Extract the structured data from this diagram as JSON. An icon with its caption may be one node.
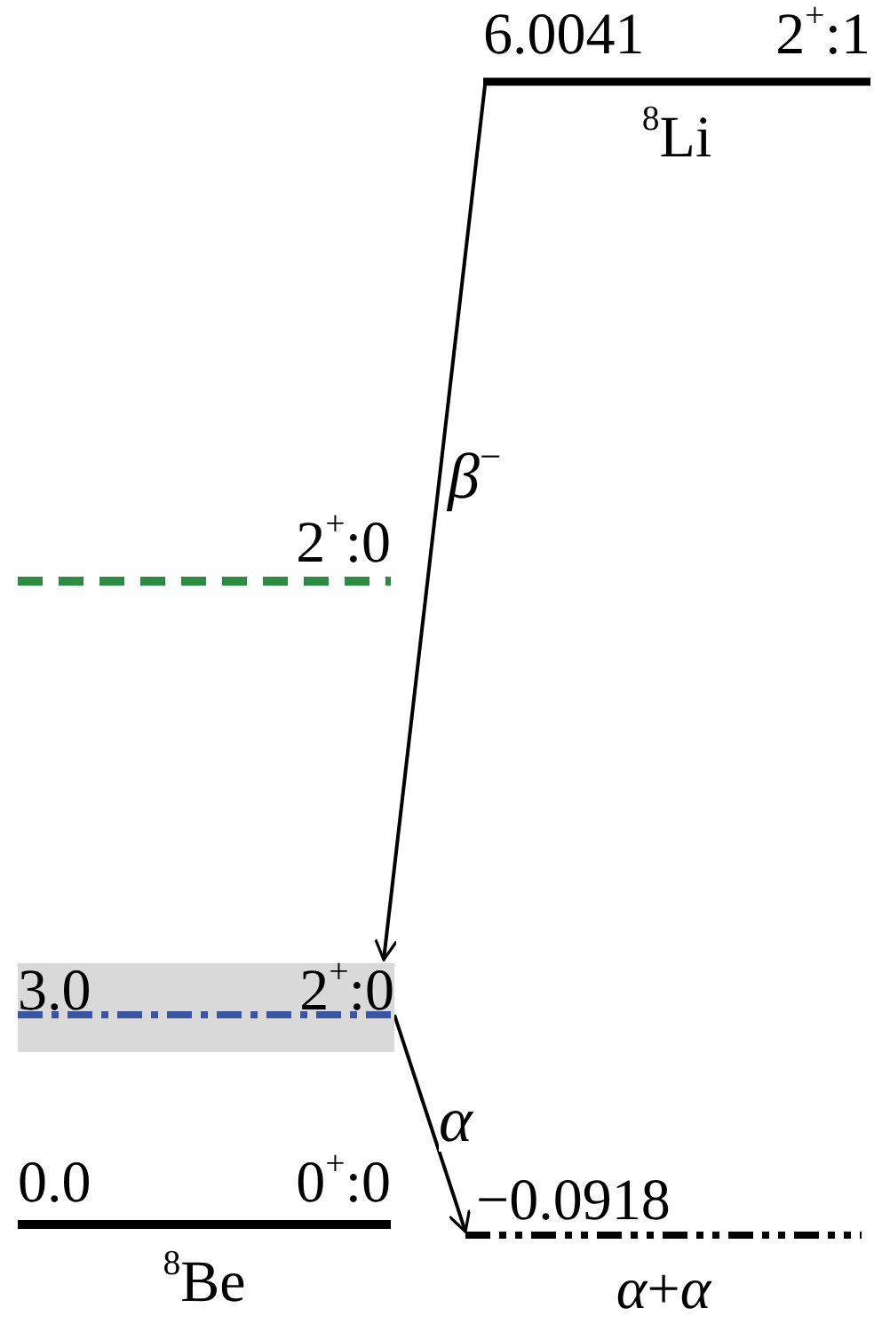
{
  "diagram": {
    "nodes": [
      {
        "text": [
          "6.0041",
          "2$^{+}$:1"
        ],
        "beside": [
          "$^{8}$Li"
        ]
      },
      {
        "text": [
          "2$^{+}$:0"
        ]
      },
      {
        "text": [
          "3.0",
          "2$^{+}$:0"
        ]
      },
      {
        "text": [
          "0.0",
          "0$^{+}$:0"
        ],
        "beside": [
          "$^{8}$Be"
        ]
      },
      {
        "text": [
          "−0.0918"
        ],
        "beside": [
          "*α*+*α*"
        ]
      }
    ],
    "edges": [
      {
        "from": 0,
        "to": 2,
        "arrow": "to",
        "label": "*β*$^{−}$"
      },
      {
        "from": 2,
        "to": 4,
        "arrow": "to",
        "label": "*α*"
      }
    ]
  }
}
